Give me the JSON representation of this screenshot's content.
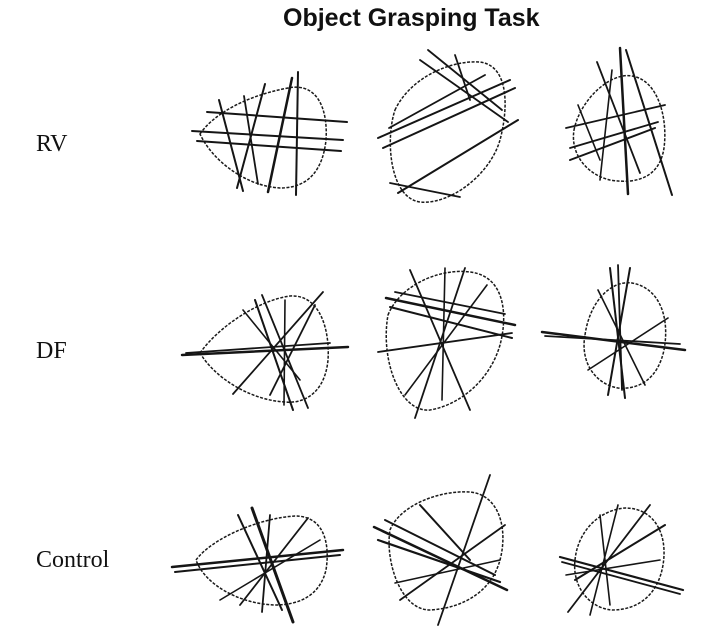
{
  "title": "Object Grasping Task",
  "rows": [
    {
      "label": "RV"
    },
    {
      "label": "DF"
    },
    {
      "label": "Control"
    }
  ],
  "colors": {
    "ink": "#151515",
    "background": "#ffffff"
  }
}
